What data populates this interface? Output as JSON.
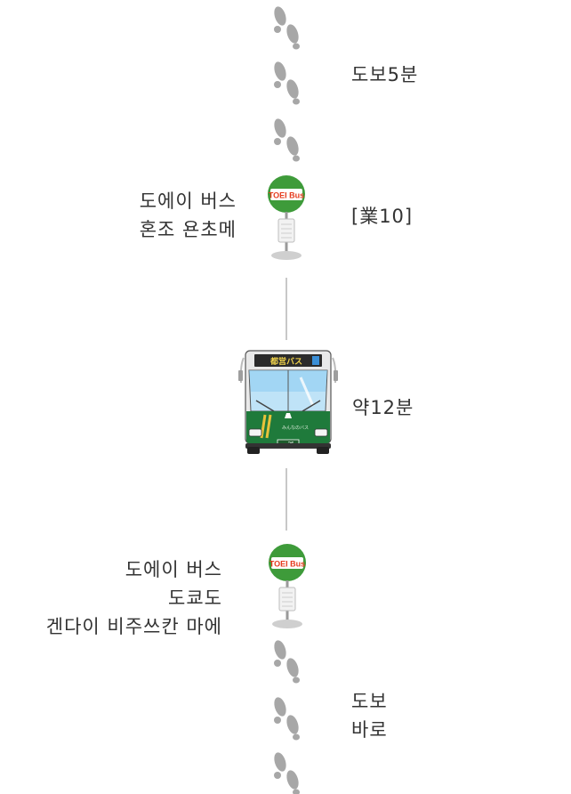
{
  "segments": {
    "walk_top": {
      "duration_label": "도보5분"
    },
    "origin_stop": {
      "line1": "도에이 버스",
      "line2": "혼조 욘초메",
      "route_label": "[業10]"
    },
    "bus_ride": {
      "duration_label": "약12분"
    },
    "dest_stop": {
      "line1": "도에이 버스",
      "line2": "도쿄도",
      "line3": "겐다이 비주쓰칸  마에"
    },
    "walk_bottom": {
      "label_line1": "도보",
      "label_line2": "바로"
    }
  },
  "bus_sign": {
    "brand": "TOEI Bus",
    "destination_display": "都営バス",
    "plate_text": "…26",
    "side_text": "みんなのバス"
  },
  "colors": {
    "footprint": "#a7a7a7",
    "connector_line": "#c8c8c8",
    "sign_green": "#3e9b3a",
    "sign_text": "#e63b1e",
    "bus_body": "#1f7a3b",
    "bus_stripe": "#e8c23a",
    "text": "#333333"
  },
  "icons": {
    "footprints": "footprints-icon",
    "bus_stop": "bus-stop-icon",
    "bus": "bus-icon"
  }
}
